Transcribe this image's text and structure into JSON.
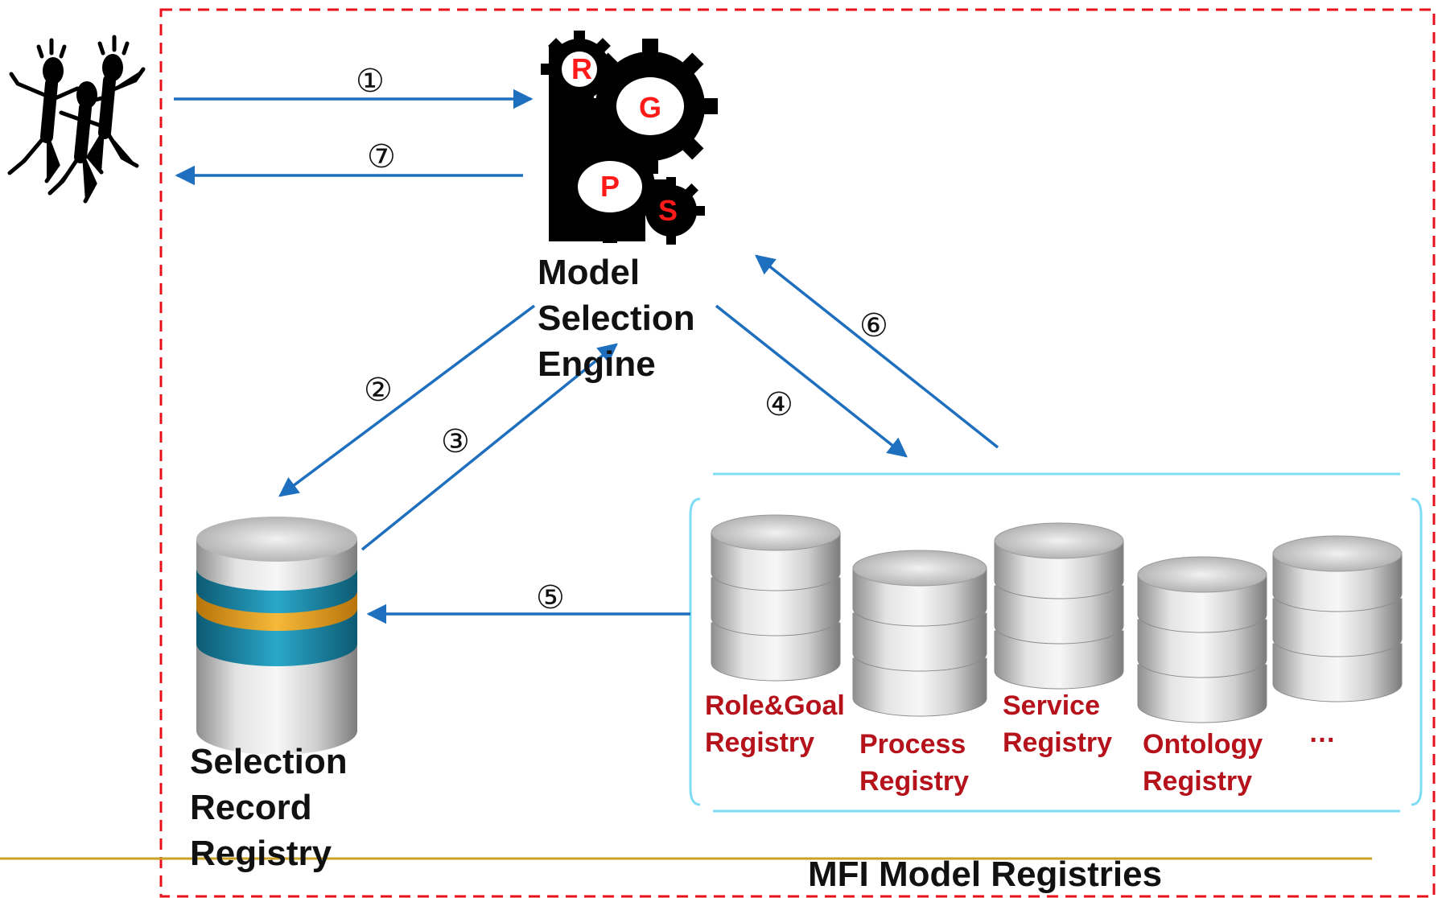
{
  "colors": {
    "boundary": "#e8101a",
    "arrow": "#1f6fbf",
    "registry_text": "#b5121b",
    "gear_letter": "#ff1a1a",
    "group_frame": "#7fdcf5",
    "baseline": "#c9a227"
  },
  "icons": {
    "users": "dancing-users-icon",
    "engine": "gears-icon",
    "database": "database-icon"
  },
  "engine": {
    "title_lines": [
      "Model",
      "Selection",
      "Engine"
    ],
    "gear_letters": [
      "R",
      "G",
      "P",
      "S"
    ]
  },
  "selection_registry": {
    "title_lines": [
      "Selection",
      "Record",
      "Registry"
    ]
  },
  "model_registries": {
    "title": "MFI Model Registries",
    "items": [
      {
        "lines": [
          "Role&Goal",
          "Registry"
        ]
      },
      {
        "lines": [
          "Process",
          "Registry"
        ]
      },
      {
        "lines": [
          "Service",
          "Registry"
        ]
      },
      {
        "lines": [
          "Ontology",
          "Registry"
        ]
      },
      {
        "lines": [
          "…"
        ]
      }
    ]
  },
  "steps": [
    "①",
    "②",
    "③",
    "④",
    "⑤",
    "⑥",
    "⑦"
  ]
}
